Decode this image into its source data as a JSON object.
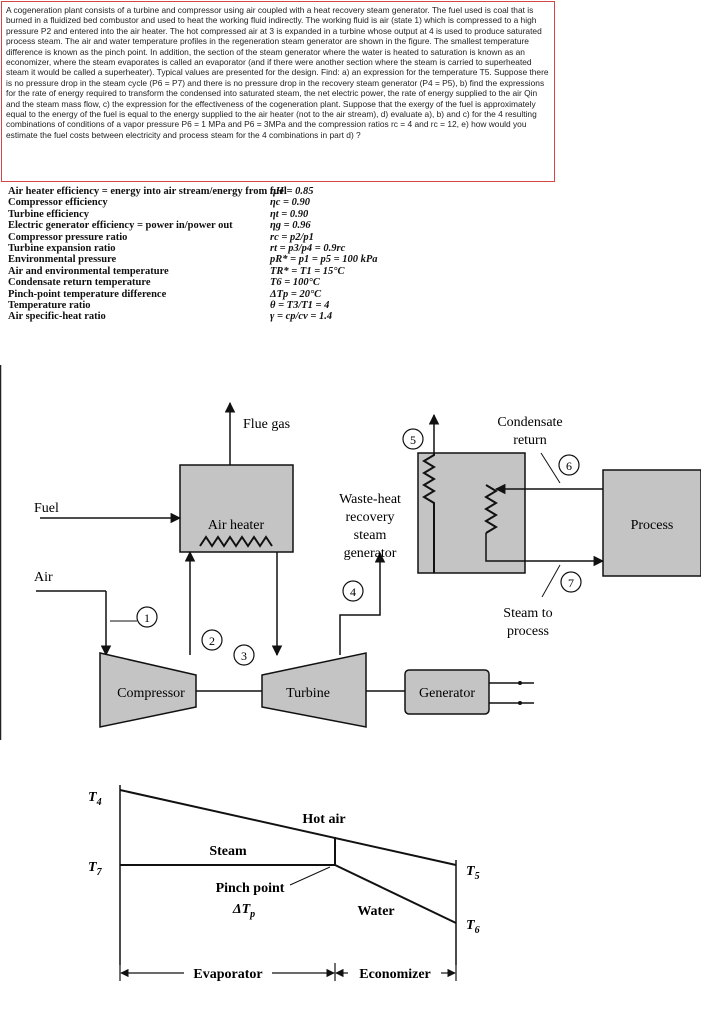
{
  "problem_text": "A cogeneration plant consists of a turbine and compressor using air coupled with a heat recovery steam generator. The fuel used is coal that is burned in a fluidized bed combustor and used to heat the working fluid indirectly. The working fluid is air (state 1) which is compressed to a high pressure P2 and entered into the air heater. The hot compressed air at 3 is expanded in a turbine whose output at 4 is used to produce saturated process steam. The air and water temperature profiles in the regeneration steam generator are shown in the figure. The smallest temperature difference is known as the pinch point. In addition, the section of the steam generator where the water is heated to saturation is known as an economizer, where the steam evaporates is called an evaporator (and if there were another section where the steam is carried to superheated steam it would be called a superheater). Typical values are presented for the design. Find: a) an expression for the temperature T5. Suppose there is no pressure drop in the steam cycle (P6 = P7) and there is no pressure drop in the recovery steam generator (P4 = P5), b) find the expressions for the rate of energy required to transform the condensed into saturated steam, the net electric power, the rate of energy supplied to the air Qin and the steam mass flow, c) the expression for the effectiveness of the cogeneration plant. Suppose that the exergy of the fuel is approximately equal to the energy of the fuel is equal to the energy supplied to the air heater (not to the air stream), d) evaluate a), b) and c) for the 4 resulting combinations of conditions of a vapor pressure P6 = 1 MPa and P6 = 3MPa and the compression ratios rc = 4 and rc = 12, e) how would you estimate the fuel costs between electricity and process steam for the 4 combinations in part d) ?",
  "parameters": [
    {
      "label": "Air heater efficiency = energy into air stream/energy from fuel",
      "value": "ηH = 0.85"
    },
    {
      "label": "Compressor efficiency",
      "value": "ηc = 0.90"
    },
    {
      "label": "Turbine efficiency",
      "value": "ηt = 0.90"
    },
    {
      "label": "Electric generator efficiency = power in/power out",
      "value": "ηg = 0.96"
    },
    {
      "label": "Compressor pressure ratio",
      "value": "rc = p2/p1"
    },
    {
      "label": "Turbine expansion ratio",
      "value": "rt = p3/p4 = 0.9rc"
    },
    {
      "label": "Environmental pressure",
      "value": "pR* = p1 = p5 = 100 kPa"
    },
    {
      "label": "Air and environmental temperature",
      "value": "TR* = T1 = 15°C"
    },
    {
      "label": "Condensate return temperature",
      "value": "T6 = 100°C"
    },
    {
      "label": "Pinch-point temperature difference",
      "value": "ΔTp = 20°C"
    },
    {
      "label": "Temperature ratio",
      "value": "θ = T3/T1 = 4"
    },
    {
      "label": "Air specific-heat ratio",
      "value": "γ = cp/cv = 1.4"
    }
  ],
  "diagram": {
    "flue_gas": "Flue gas",
    "fuel": "Fuel",
    "air": "Air",
    "air_heater": "Air heater",
    "whrsg_1": "Waste-heat",
    "whrsg_2": "recovery",
    "whrsg_3": "steam",
    "whrsg_4": "generator",
    "condensate_1": "Condensate",
    "condensate_2": "return",
    "process": "Process",
    "steam_to_1": "Steam to",
    "steam_to_2": "process",
    "compressor": "Compressor",
    "turbine": "Turbine",
    "generator": "Generator",
    "s1": "1",
    "s2": "2",
    "s3": "3",
    "s4": "4",
    "s5": "5",
    "s6": "6",
    "s7": "7"
  },
  "temp_profile": {
    "t4": "T",
    "t4_sub": "4",
    "t7": "T",
    "t7_sub": "7",
    "t5": "T",
    "t5_sub": "5",
    "t6": "T",
    "t6_sub": "6",
    "hot_air": "Hot air",
    "steam": "Steam",
    "pinch": "Pinch point",
    "dtp": "ΔT",
    "dtp_sub": "p",
    "water": "Water",
    "evaporator": "Evaporator",
    "economizer": "Economizer"
  }
}
